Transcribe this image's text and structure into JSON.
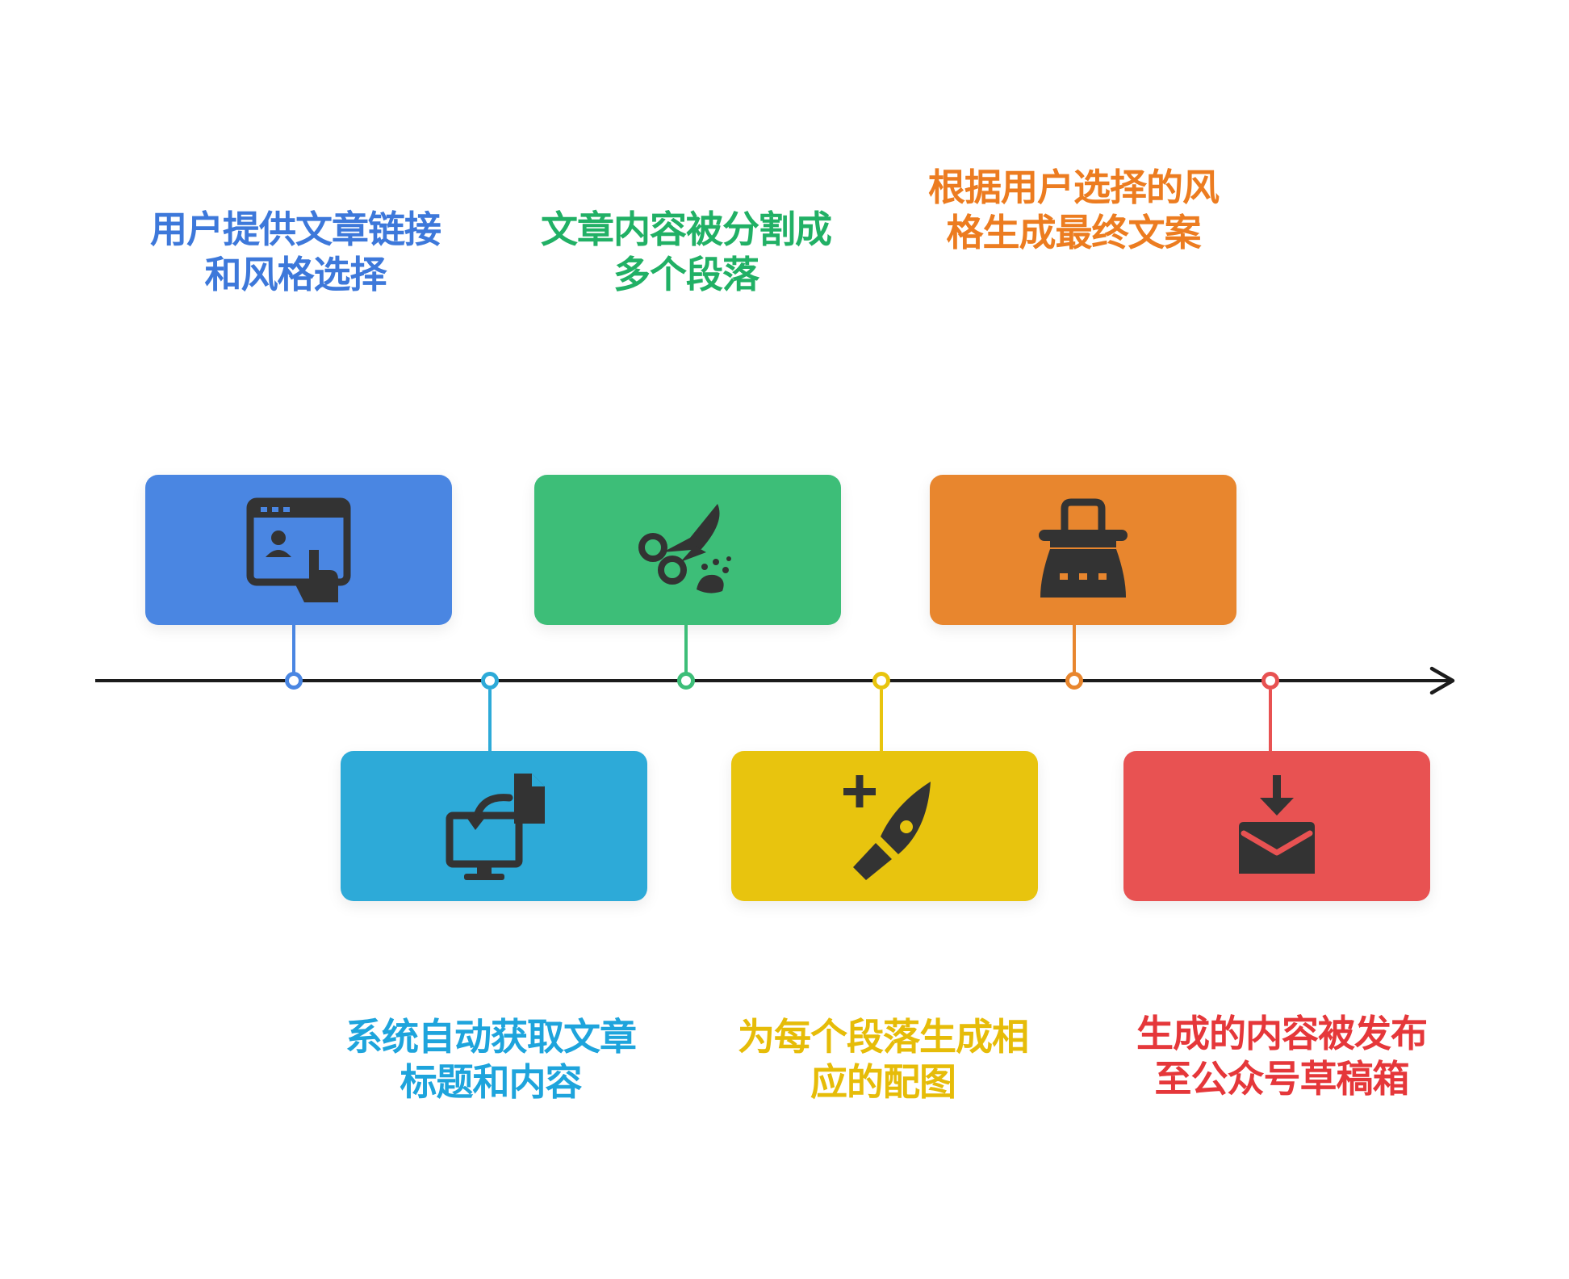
{
  "steps": [
    {
      "label": "用户提供文章链接和风格选择",
      "color": "#4a86e2",
      "text_color": "#3d78da",
      "icon": "browser-user-tap-icon"
    },
    {
      "label": "系统自动获取文章标题和内容",
      "color": "#2daad8",
      "text_color": "#1ea4dc",
      "icon": "monitor-document-fetch-icon"
    },
    {
      "label": "文章内容被分割成多个段落",
      "color": "#3dbe78",
      "text_color": "#21b065",
      "icon": "scissors-cut-icon"
    },
    {
      "label": "为每个段落生成相应的配图",
      "color": "#e8c40e",
      "text_color": "#e6bc08",
      "icon": "pen-add-icon"
    },
    {
      "label": "根据用户选择的风格生成最终文案",
      "color": "#e8862e",
      "text_color": "#ec7c20",
      "icon": "typewriter-icon"
    },
    {
      "label": "生成的内容被发布至公众号草稿箱",
      "color": "#e85252",
      "text_color": "#e5373a",
      "icon": "inbox-download-icon"
    }
  ]
}
